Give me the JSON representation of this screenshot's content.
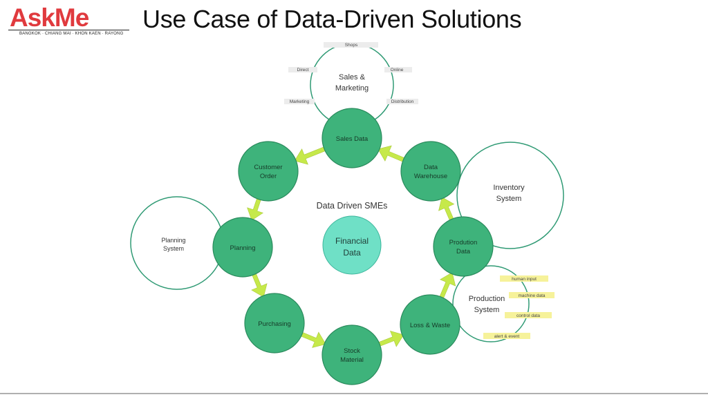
{
  "logo": {
    "brand": "AskMe",
    "tagline": "BANGKOK · CHIANG MAI · KHON KAEN · RAYONG"
  },
  "title": "Use Case of Data-Driven Solutions",
  "diagram": {
    "center_label": "Data Driven SMEs",
    "center_node": {
      "line1": "Financial",
      "line2": "Data"
    },
    "cycle_nodes": [
      {
        "id": "sales-data",
        "line1": "Sales Data",
        "line2": ""
      },
      {
        "id": "customer-order",
        "line1": "Customer",
        "line2": "Order"
      },
      {
        "id": "planning",
        "line1": "Planning",
        "line2": ""
      },
      {
        "id": "purchasing",
        "line1": "Purchasing",
        "line2": ""
      },
      {
        "id": "stock-material",
        "line1": "Stock",
        "line2": "Material"
      },
      {
        "id": "loss-waste",
        "line1": "Loss & Waste",
        "line2": ""
      },
      {
        "id": "prodution-data",
        "line1": "Prodution",
        "line2": "Data"
      },
      {
        "id": "data-warehouse",
        "line1": "Data",
        "line2": "Warehouse"
      }
    ],
    "systems": {
      "sales_marketing": {
        "line1": "Sales &",
        "line2": "Marketing"
      },
      "inventory": {
        "line1": "Inventory",
        "line2": "System"
      },
      "planning": {
        "line1": "Planning",
        "line2": "System"
      },
      "production": {
        "line1": "Production",
        "line2": "System"
      }
    },
    "sales_tags": [
      "Shops",
      "Direct",
      "Online",
      "Marketing",
      "Distribution"
    ],
    "production_tags": [
      "human input",
      "machine data",
      "control data",
      "alert & event"
    ]
  },
  "colors": {
    "node_fill": "#3eb37b",
    "node_stroke": "#2a8a5c",
    "center_fill": "#6fe0c6",
    "arrow": "#c6e94a",
    "system_stroke": "#2f9a74",
    "gray_tag": "#ececec",
    "yellow_tag": "#f6f29a",
    "title": "#111111",
    "logo_red": "#e03a3e"
  }
}
